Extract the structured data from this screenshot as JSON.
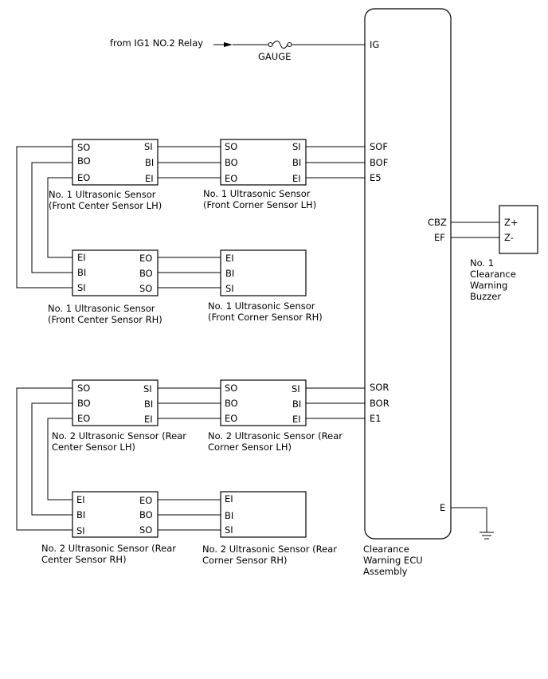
{
  "supply": {
    "source": "from IG1 NO.2 Relay",
    "fuse": "GAUGE"
  },
  "ecu": {
    "caption": [
      "Clearance",
      "Warning ECU",
      "Assembly"
    ],
    "pins": {
      "ig": "IG",
      "sof": "SOF",
      "bof": "BOF",
      "e5": "E5",
      "cbz": "CBZ",
      "ef": "EF",
      "sor": "SOR",
      "bor": "BOR",
      "e1": "E1",
      "e": "E"
    }
  },
  "buzzer": {
    "pins": {
      "zp": "Z+",
      "zm": "Z-"
    },
    "caption": [
      "No. 1",
      "Clearance",
      "Warning",
      "Buzzer"
    ]
  },
  "sensors": {
    "fc_lh": {
      "pins": [
        "SO",
        "BO",
        "EO",
        "SI",
        "BI",
        "EI"
      ],
      "caption": [
        "No. 1 Ultrasonic Sensor",
        "(Front Center Sensor LH)"
      ]
    },
    "fk_lh": {
      "pins": [
        "SO",
        "BO",
        "EO",
        "SI",
        "BI",
        "EI"
      ],
      "caption": [
        "No. 1 Ultrasonic Sensor",
        "(Front Corner Sensor LH)"
      ]
    },
    "fc_rh": {
      "pins": [
        "EI",
        "BI",
        "SI",
        "EO",
        "BO",
        "SO"
      ],
      "caption": [
        "No. 1 Ultrasonic Sensor",
        "(Front Center Sensor RH)"
      ]
    },
    "fk_rh": {
      "pins": [
        "EI",
        "BI",
        "SI"
      ],
      "caption": [
        "No. 1 Ultrasonic Sensor",
        "(Front Corner Sensor RH)"
      ]
    },
    "rc_lh": {
      "pins": [
        "SO",
        "BO",
        "EO",
        "SI",
        "BI",
        "EI"
      ],
      "caption": [
        "No. 2 Ultrasonic Sensor (Rear",
        "Center Sensor LH)"
      ]
    },
    "rk_lh": {
      "pins": [
        "SO",
        "BO",
        "EO",
        "SI",
        "BI",
        "EI"
      ],
      "caption": [
        "No. 2 Ultrasonic Sensor (Rear",
        "Corner Sensor LH)"
      ]
    },
    "rc_rh": {
      "pins": [
        "EI",
        "BI",
        "SI",
        "EO",
        "BO",
        "SO"
      ],
      "caption": [
        "No. 2 Ultrasonic Sensor (Rear",
        "Center Sensor RH)"
      ]
    },
    "rk_rh": {
      "pins": [
        "EI",
        "BI",
        "SI"
      ],
      "caption": [
        "No. 2 Ultrasonic Sensor (Rear",
        "Corner Sensor RH)"
      ]
    }
  }
}
